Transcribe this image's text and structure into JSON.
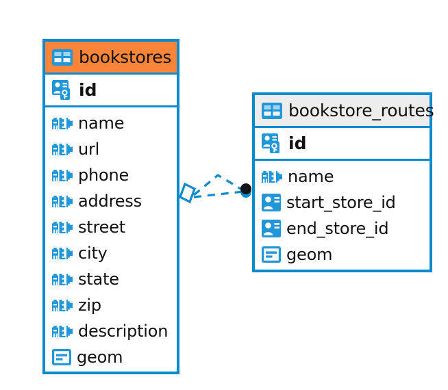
{
  "diagram": {
    "type": "entity-relationship-diagram",
    "background": "#ffffff",
    "accent_blue": "#0b8ace",
    "header_orange": "#fa8438",
    "header_grey": "#ededed"
  },
  "entities": [
    {
      "name": "bookstores",
      "header_color": "#fa8438",
      "primary_key": {
        "label": "id",
        "icon": "primary-key-icon"
      },
      "fields": [
        {
          "label": "name",
          "icon": "abc-text-icon"
        },
        {
          "label": "url",
          "icon": "abc-text-icon"
        },
        {
          "label": "phone",
          "icon": "abc-text-icon"
        },
        {
          "label": "address",
          "icon": "abc-text-icon"
        },
        {
          "label": "street",
          "icon": "abc-text-icon"
        },
        {
          "label": "city",
          "icon": "abc-text-icon"
        },
        {
          "label": "state",
          "icon": "abc-text-icon"
        },
        {
          "label": "zip",
          "icon": "abc-text-icon"
        },
        {
          "label": "description",
          "icon": "abc-text-icon"
        },
        {
          "label": "geom",
          "icon": "geometry-icon"
        }
      ]
    },
    {
      "name": "bookstore_routes",
      "header_color": "#ededed",
      "primary_key": {
        "label": "id",
        "icon": "primary-key-icon"
      },
      "fields": [
        {
          "label": "name",
          "icon": "abc-text-icon"
        },
        {
          "label": "start_store_id",
          "icon": "foreign-key-icon"
        },
        {
          "label": "end_store_id",
          "icon": "foreign-key-icon"
        },
        {
          "label": "geom",
          "icon": "geometry-icon"
        }
      ]
    }
  ],
  "relationship": {
    "from_entity": "bookstores",
    "to_entity": "bookstore_routes",
    "line_style": "dashed",
    "line_color": "#0b8ace",
    "source_marker": "diamond-marker",
    "target_marker": "filled-circle-marker"
  }
}
